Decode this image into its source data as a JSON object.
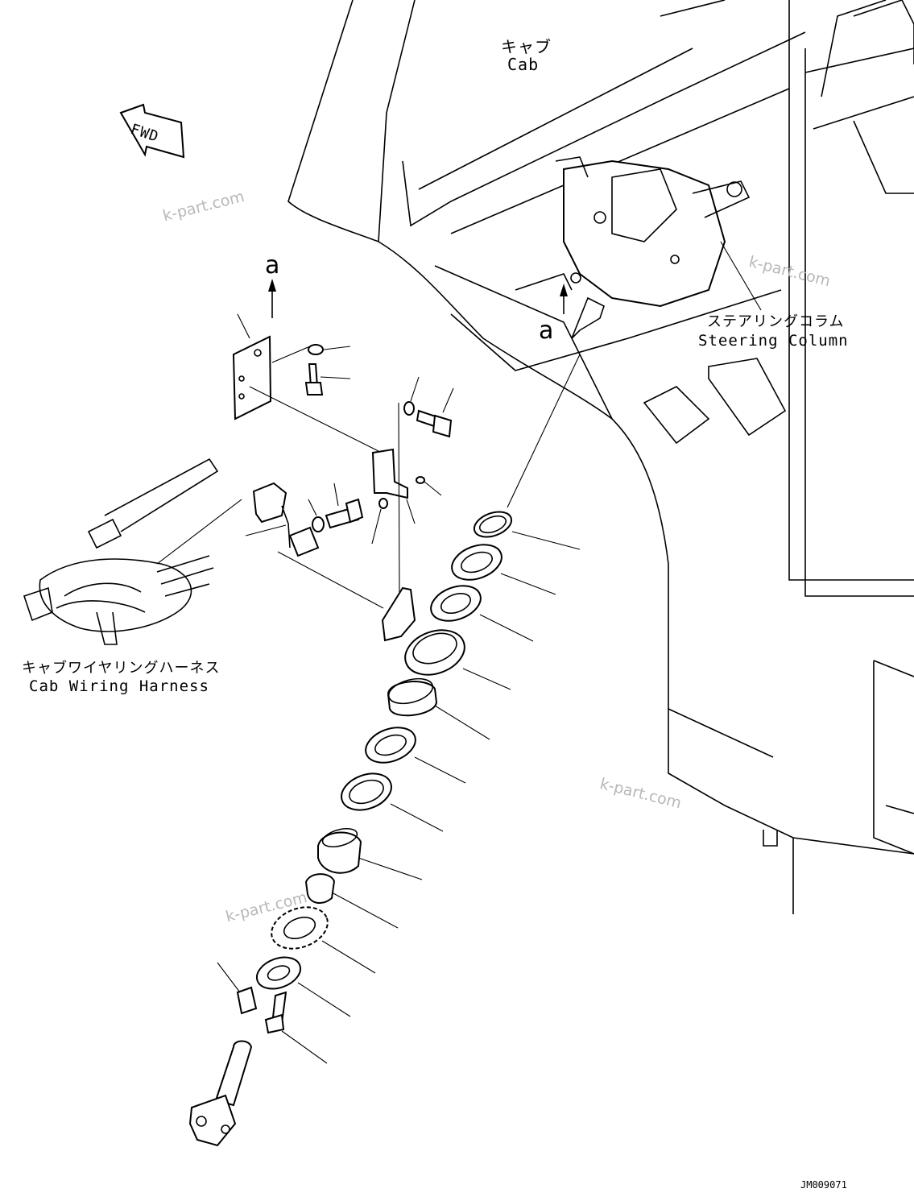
{
  "labels": {
    "cab_jp": "キャブ",
    "cab_en": "Cab",
    "steering_jp": "ステアリングコラム",
    "steering_en": "Steering Column",
    "harness_jp": "キャブワイヤリングハーネス",
    "harness_en": "Cab Wiring Harness",
    "view_marker_1": "a",
    "view_marker_2": "a",
    "fwd": "FWD"
  },
  "watermark": "k-part.com",
  "drawing_number": "JM009071"
}
